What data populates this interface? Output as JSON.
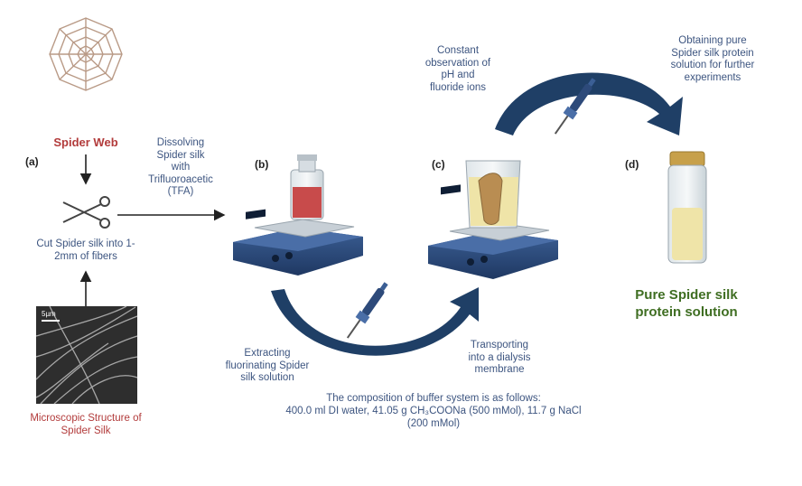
{
  "panels": {
    "a": "(a)",
    "b": "(b)",
    "c": "(c)",
    "d": "(d)"
  },
  "left": {
    "web_title": "Spider Web",
    "cut_text": "Cut Spider silk into 1-\n2mm of  fibers",
    "micro_caption": "Microscopic Structure of\nSpider Silk",
    "scale_label": "5µm"
  },
  "steps": {
    "dissolve": "Dissolving\nSpider silk\nwith\nTrifluoroacetic\n(TFA)",
    "observe": "Constant\nobservation of\npH and\nfluoride ions",
    "obtain": "Obtaining pure\nSpider silk protein\nsolution for further\nexperiments",
    "extract": "Extracting\nfluorinating Spider\nsilk solution",
    "transport": "Transporting\ninto a dialysis\nmembrane"
  },
  "buffer": {
    "line1": "The composition of buffer system is as follows:",
    "line2": "400.0 ml DI water, 41.05 g CH₃COONa (500 mMol),  11.7 g NaCl",
    "line3": "(200 mMol)"
  },
  "result": {
    "title": "Pure Spider silk\nprotein solution"
  },
  "colors": {
    "arrow_blue": "#1f3f66",
    "stirrer_blue": "#2d4a7a",
    "liquid_red": "#c84b4b",
    "liquid_yellow": "#efe4a8",
    "text_blue": "#3d5580",
    "title_red": "#b23b3b",
    "title_green": "#3f6e22"
  }
}
